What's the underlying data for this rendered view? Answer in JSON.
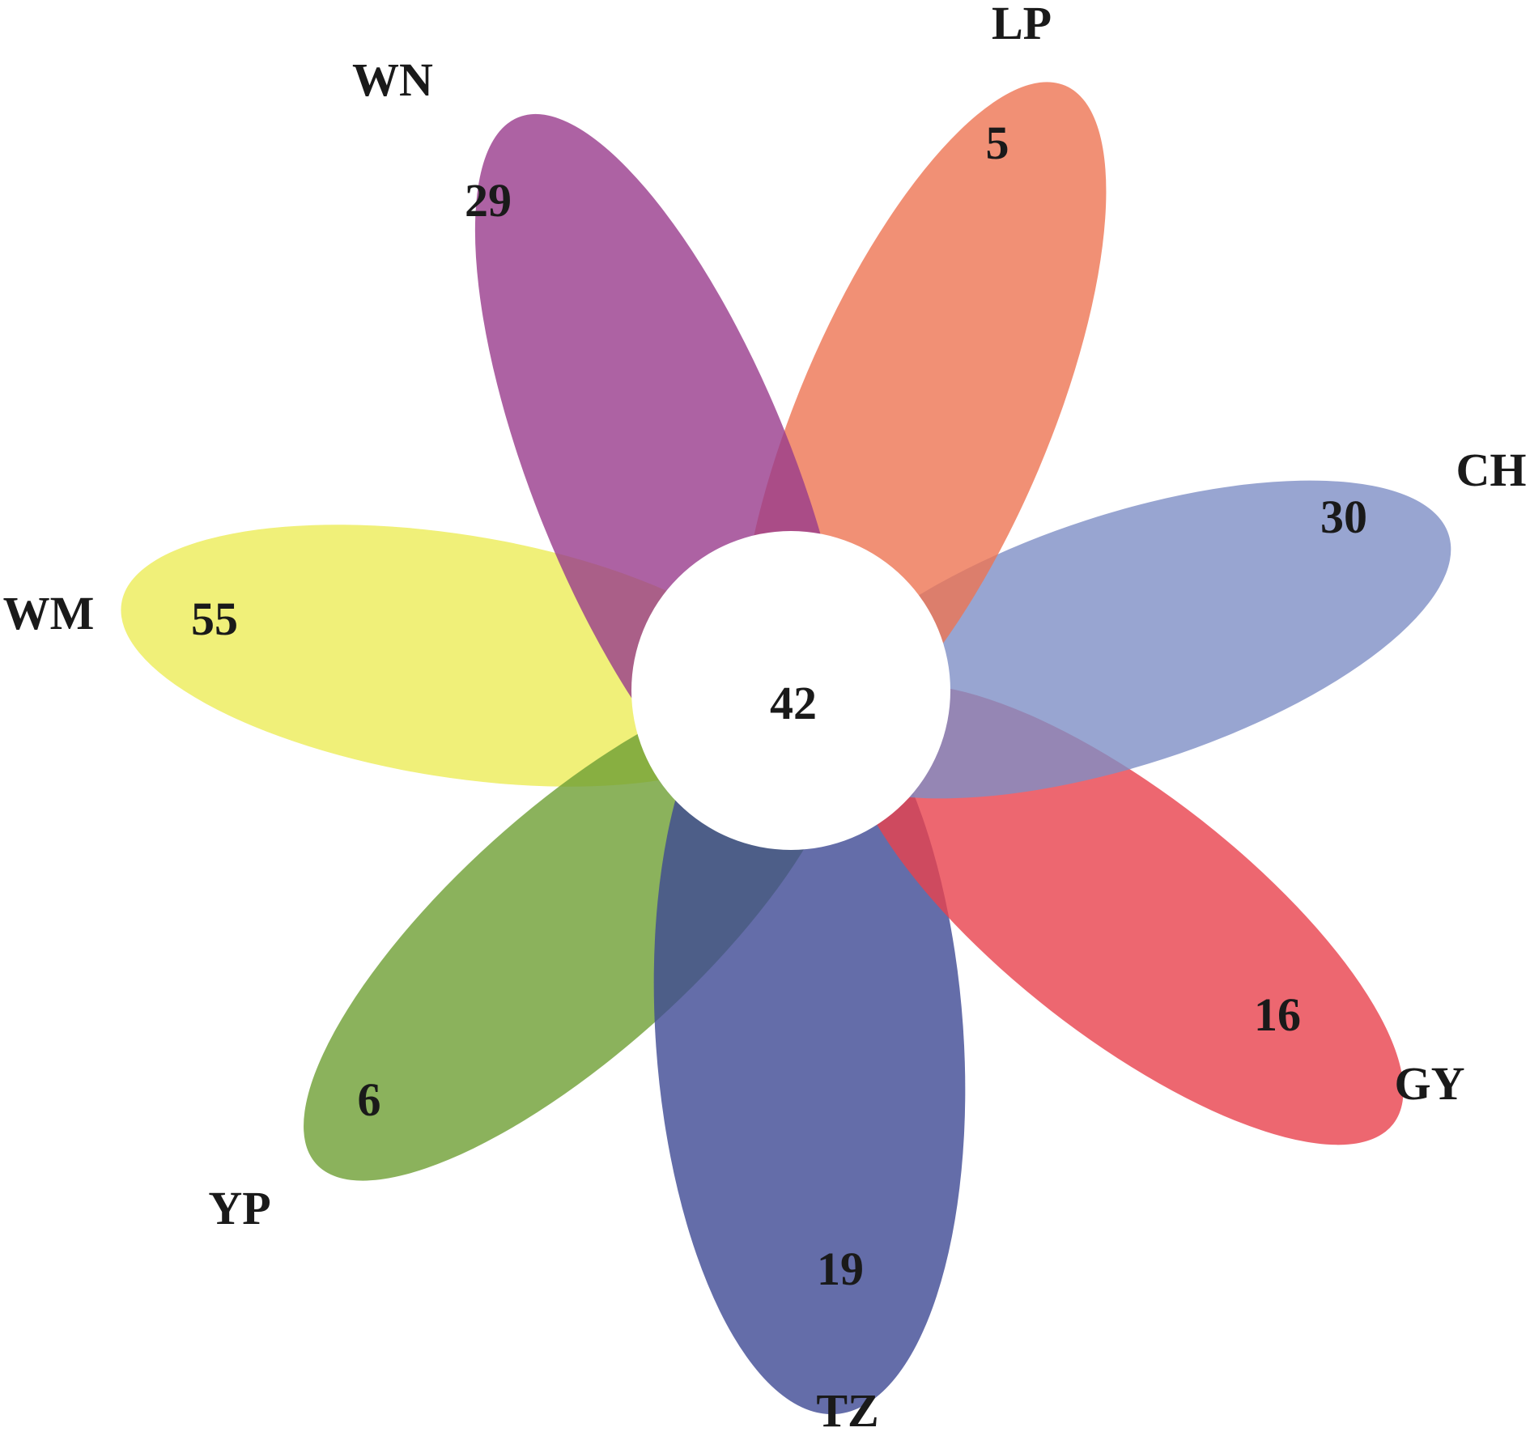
{
  "diagram": {
    "type": "flower-venn",
    "core": {
      "count": "42"
    },
    "petals": [
      {
        "id": "wm",
        "label": "WM",
        "unique_count": "55",
        "color": "#ecec57"
      },
      {
        "id": "yp",
        "label": "YP",
        "unique_count": "6",
        "color": "#6e9f33"
      },
      {
        "id": "tz",
        "label": "TZ",
        "unique_count": "19",
        "color": "#3d4993"
      },
      {
        "id": "gy",
        "label": "GY",
        "unique_count": "16",
        "color": "#e8414c"
      },
      {
        "id": "ch",
        "label": "CH",
        "unique_count": "30",
        "color": "#7e8ec6"
      },
      {
        "id": "lp",
        "label": "LP",
        "unique_count": "5",
        "color": "#ee7452"
      },
      {
        "id": "wn",
        "label": "WN",
        "unique_count": "29",
        "color": "#983b8c"
      }
    ]
  }
}
